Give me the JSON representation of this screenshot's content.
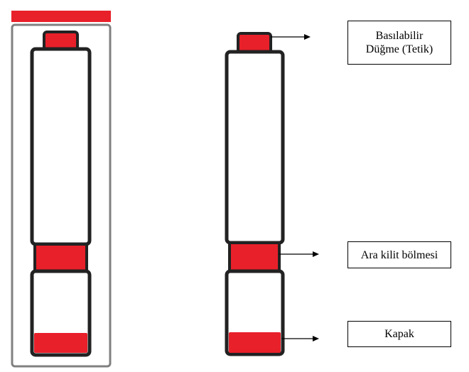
{
  "colors": {
    "accent": "#e8202a",
    "outline": "#222222",
    "frame": "#808080"
  },
  "labels": {
    "trigger_line1": "Basılabilir",
    "trigger_line2": "Düğme (Tetik)",
    "interlock": "Ara kilit bölmesi",
    "cap": "Kapak"
  }
}
